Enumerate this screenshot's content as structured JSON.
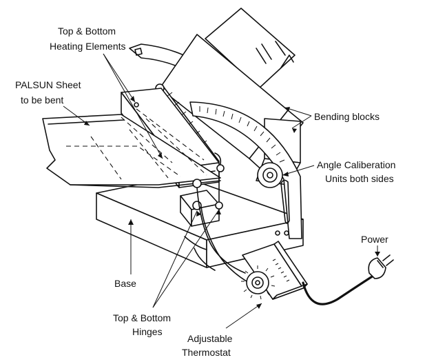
{
  "labels": {
    "heating_elements": [
      "Top & Bottom",
      "Heating Elements"
    ],
    "sheet": [
      "PALSUN Sheet",
      "to be bent"
    ],
    "bending_blocks": "Bending blocks",
    "angle_calibration": [
      "Angle Caliberation",
      "Units both sides"
    ],
    "power": "Power",
    "base": "Base",
    "hinges": [
      "Top & Bottom",
      "Hinges"
    ],
    "thermostat": [
      "Adjustable",
      "Thermostat"
    ]
  }
}
